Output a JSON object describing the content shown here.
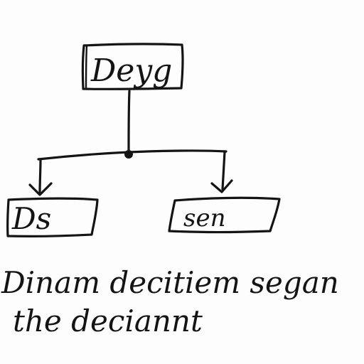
{
  "diagram": {
    "nodes": {
      "top": {
        "label": "Deyg"
      },
      "left": {
        "label": "Ds"
      },
      "right": {
        "label": "sen"
      }
    },
    "edges": [
      {
        "from": "top",
        "to": "left"
      },
      {
        "from": "top",
        "to": "right"
      }
    ],
    "caption": {
      "line1": "Dinam decitiem segan",
      "line2": "the deciannt"
    }
  }
}
